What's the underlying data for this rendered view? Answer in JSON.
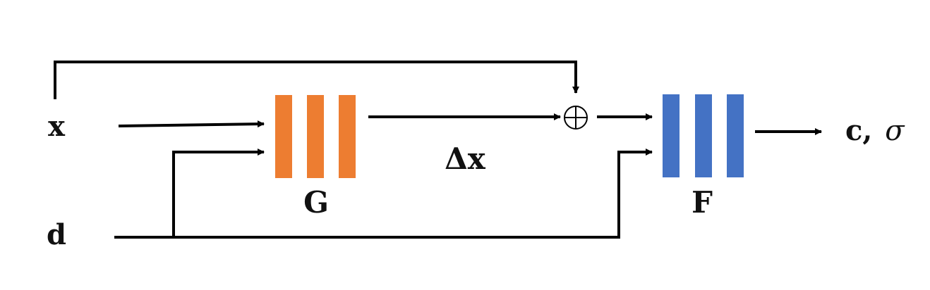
{
  "labels": {
    "x": "x",
    "d": "d",
    "g": "G",
    "f": "F",
    "delta": "Δx",
    "output_c": "c,",
    "output_sigma": "σ"
  },
  "blocks": {
    "g_color": "#ED7D31",
    "f_color": "#4472C4"
  },
  "line_color": "#000000"
}
